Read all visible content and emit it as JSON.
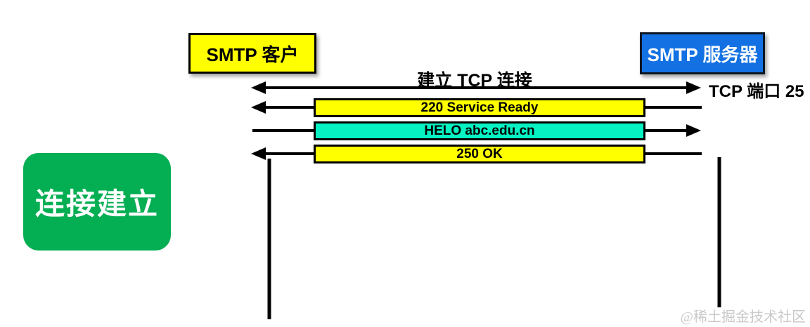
{
  "diagram": {
    "client_box": {
      "label": "SMTP 客户"
    },
    "server_box": {
      "label": "SMTP 服务器"
    },
    "tcp_arrow_label": "建立 TCP 连接",
    "tcp_port_label": "TCP 端口 25",
    "messages": [
      {
        "label": "220 Service Ready",
        "direction": "to-client",
        "fill": "#ffff00"
      },
      {
        "label": "HELO abc.edu.cn",
        "direction": "to-server",
        "fill": "#06f2c3"
      },
      {
        "label": "250 OK",
        "direction": "to-client",
        "fill": "#ffff00"
      }
    ],
    "state_label": "连接建立",
    "watermark": "@稀土掘金技术社区",
    "colors": {
      "actor_client_fill": "#ffff00",
      "actor_server_fill": "#1371e3",
      "state_fill": "#04ae52",
      "message_yellow": "#ffff00",
      "message_cyan": "#06f2c3",
      "line": "#000000",
      "watermark": "#c9c9c9"
    }
  }
}
